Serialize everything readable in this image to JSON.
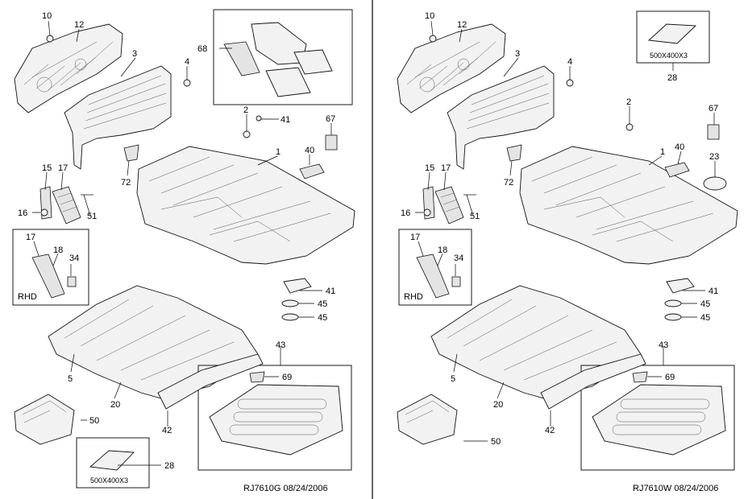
{
  "colors": {
    "background": "#ffffff",
    "line": "#000000",
    "part_fill": "#f2f2f2"
  },
  "left_panel": {
    "callouts": {
      "c10": "10",
      "c12": "12",
      "c3": "3",
      "c4": "4",
      "c68": "68",
      "c2": "2",
      "c41a": "41",
      "c67": "67",
      "c1": "1",
      "c40": "40",
      "c72": "72",
      "c15": "15",
      "c17": "17",
      "c16": "16",
      "c51": "51",
      "c41b": "41",
      "c45a": "45",
      "c45b": "45",
      "c43": "43",
      "c69": "69",
      "c5": "5",
      "c20": "20",
      "c42": "42",
      "c50": "50",
      "c28": "28"
    },
    "rhd_box": {
      "label": "RHD",
      "c17": "17",
      "c18": "18",
      "c34": "34"
    },
    "sheet_box": {
      "size": "500X400X3"
    },
    "footer": "RJ7610G  08/24/2006"
  },
  "right_panel": {
    "callouts": {
      "c10": "10",
      "c12": "12",
      "c3": "3",
      "c4": "4",
      "c28": "28",
      "c2": "2",
      "c67": "67",
      "c1": "1",
      "c40": "40",
      "c23": "23",
      "c72": "72",
      "c15": "15",
      "c17": "17",
      "c16": "16",
      "c51": "51",
      "c41": "41",
      "c45a": "45",
      "c45b": "45",
      "c43": "43",
      "c69": "69",
      "c5": "5",
      "c20": "20",
      "c42": "42",
      "c50": "50"
    },
    "rhd_box": {
      "label": "RHD",
      "c17": "17",
      "c18": "18",
      "c34": "34"
    },
    "sheet_box": {
      "size": "500X400X3"
    },
    "footer": "RJ7610W  08/24/2006"
  }
}
